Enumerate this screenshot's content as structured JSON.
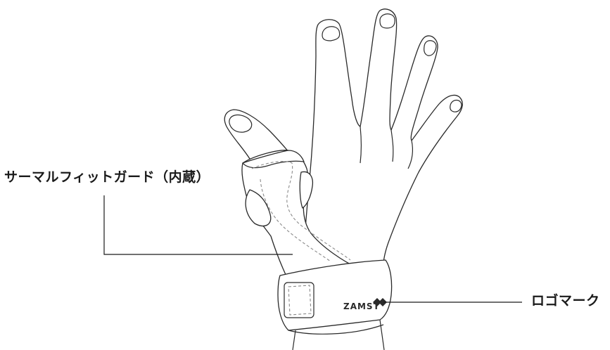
{
  "labels": {
    "thermal_fit_guard": "サーマルフィットガード（内蔵）",
    "logo_mark": "ロゴマーク"
  },
  "product": {
    "brand_text": "ZAMST"
  },
  "colors": {
    "line": "#2a2a2a",
    "dashed_line": "#8a8a8a",
    "text": "#1a1a1a",
    "background": "#ffffff"
  }
}
